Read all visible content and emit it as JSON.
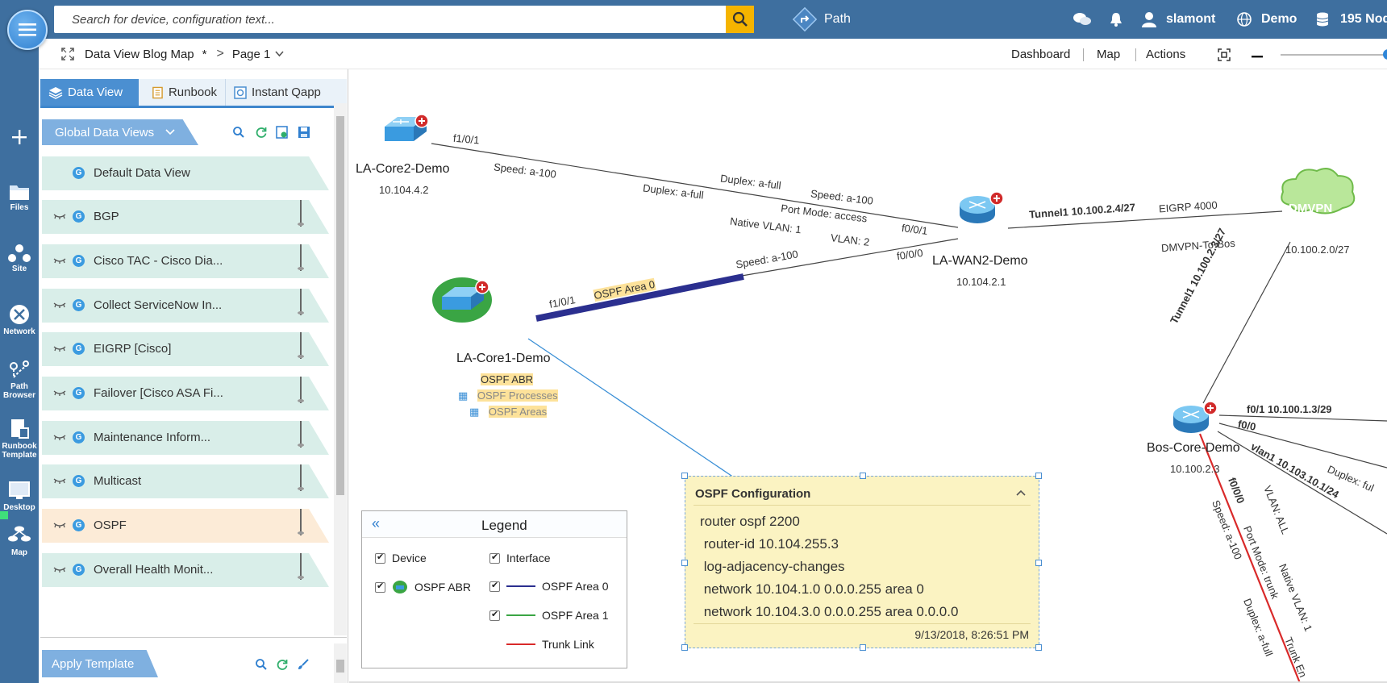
{
  "topbar": {
    "search_placeholder": "Search for device, configuration text...",
    "path_label": "Path",
    "user_label": "slamont",
    "domain_label": "Demo",
    "nodes_label": "195 Nod"
  },
  "leftrail": {
    "items": [
      {
        "label": ""
      },
      {
        "label": "Files"
      },
      {
        "label": "Site"
      },
      {
        "label": "Network"
      },
      {
        "label": "Path\nBrowser"
      },
      {
        "label": "Runbook\nTemplate"
      },
      {
        "label": "Desktop"
      },
      {
        "label": "Map"
      }
    ]
  },
  "breadcrumb": {
    "map_name": "Data View Blog Map",
    "modified_marker": "*",
    "page_label": "Page 1",
    "nav": [
      "Dashboard",
      "Map",
      "Actions"
    ]
  },
  "panel": {
    "tabs": [
      "Data View",
      "Runbook",
      "Instant Qapp"
    ],
    "dv_header": "Global Data Views",
    "items": [
      {
        "label": "Default Data View"
      },
      {
        "label": "BGP"
      },
      {
        "label": "Cisco TAC - Cisco Dia..."
      },
      {
        "label": "Collect ServiceNow In..."
      },
      {
        "label": "EIGRP [Cisco]"
      },
      {
        "label": "Failover [Cisco ASA Fi..."
      },
      {
        "label": "Maintenance Inform..."
      },
      {
        "label": "Multicast"
      },
      {
        "label": "OSPF"
      },
      {
        "label": "Overall Health Monit..."
      }
    ],
    "apply_template": "Apply Template"
  },
  "map": {
    "devices": {
      "core2": {
        "name": "LA-Core2-Demo",
        "ip": "10.104.4.2"
      },
      "wan2": {
        "name": "LA-WAN2-Demo",
        "ip": "10.104.2.1"
      },
      "core1": {
        "name": "LA-Core1-Demo",
        "tag": "OSPF ABR",
        "links": [
          "OSPF Processes",
          "OSPF Areas"
        ]
      },
      "dmvpn": {
        "name": "DMVPN",
        "ip": "10.100.2.0/27"
      },
      "bos": {
        "name": "Bos-Core-Demo",
        "ip": "10.100.2.3"
      }
    },
    "labels": {
      "core2_if": "f1/0/1",
      "speed1": "Speed: a-100",
      "duplex1": "Duplex: a-full",
      "duplex2": "Duplex: a-full",
      "speed2": "Speed: a-100",
      "port_mode": "Port Mode: access",
      "native_vlan": "Native VLAN: 1",
      "vlan2": "VLAN: 2",
      "wan_f001": "f0/0/1",
      "wan_f000": "f0/0/0",
      "speed3": "Speed: a-100",
      "core1_if": "f1/0/1",
      "ospf_area0": "OSPF Area 0",
      "tunnel1": "Tunnel1 10.100.2.4/27",
      "eigrp": "EIGRP 4000",
      "dmvpn_to_bos": "DMVPN-To-Bos",
      "tunnel_bos": "Tunnel1 10.100.2.3/27",
      "bos_f01": "f0/1 10.100.1.3/29",
      "bos_f00": "f0/0",
      "vlan1": "vlan1 10.103.10.1/24",
      "duplex_full": "Duplex: ful",
      "f000": "f0/0/0",
      "speed4": "Speed: a-100",
      "port_mode_trunk": "Port Mode: trunk",
      "vlan_all": "VLAN: ALL",
      "native_vlan1": "Native VLAN: 1",
      "duplex_afull": "Duplex: a-full",
      "trunk_en": "Trunk En"
    },
    "legend": {
      "title": "Legend",
      "device": "Device",
      "interface": "Interface",
      "ospf_abr": "OSPF ABR",
      "area0": "OSPF Area 0",
      "area1": "OSPF Area 1",
      "trunk": "Trunk Link"
    },
    "note": {
      "title": "OSPF Configuration",
      "lines": [
        "router ospf 2200",
        " router-id 10.104.255.3",
        " log-adjacency-changes",
        " network 10.104.1.0 0.0.0.255 area 0",
        " network 10.104.3.0 0.0.0.255 area 0.0.0.0"
      ],
      "timestamp": "9/13/2018, 8:26:51 PM"
    },
    "colors": {
      "ospf_area0": "#2b2f8f",
      "ospf_area1": "#3aa544",
      "trunk": "#d92a2a",
      "link": "#444444"
    }
  }
}
